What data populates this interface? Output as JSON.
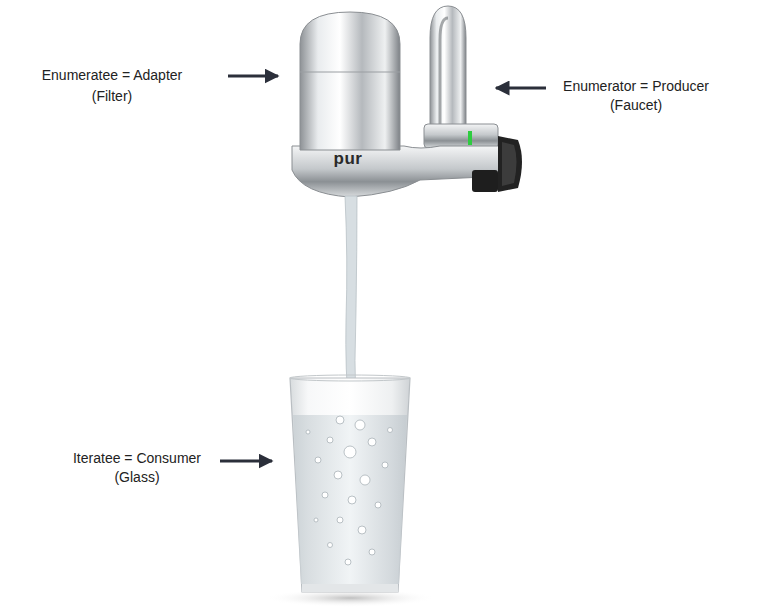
{
  "diagram": {
    "labels": [
      "Enumeratee = Adapter",
      "(Filter)",
      "Enumerator = Producer",
      "(Faucet)",
      "Iteratee = Consumer",
      "(Glass)",
      "pur"
    ]
  }
}
